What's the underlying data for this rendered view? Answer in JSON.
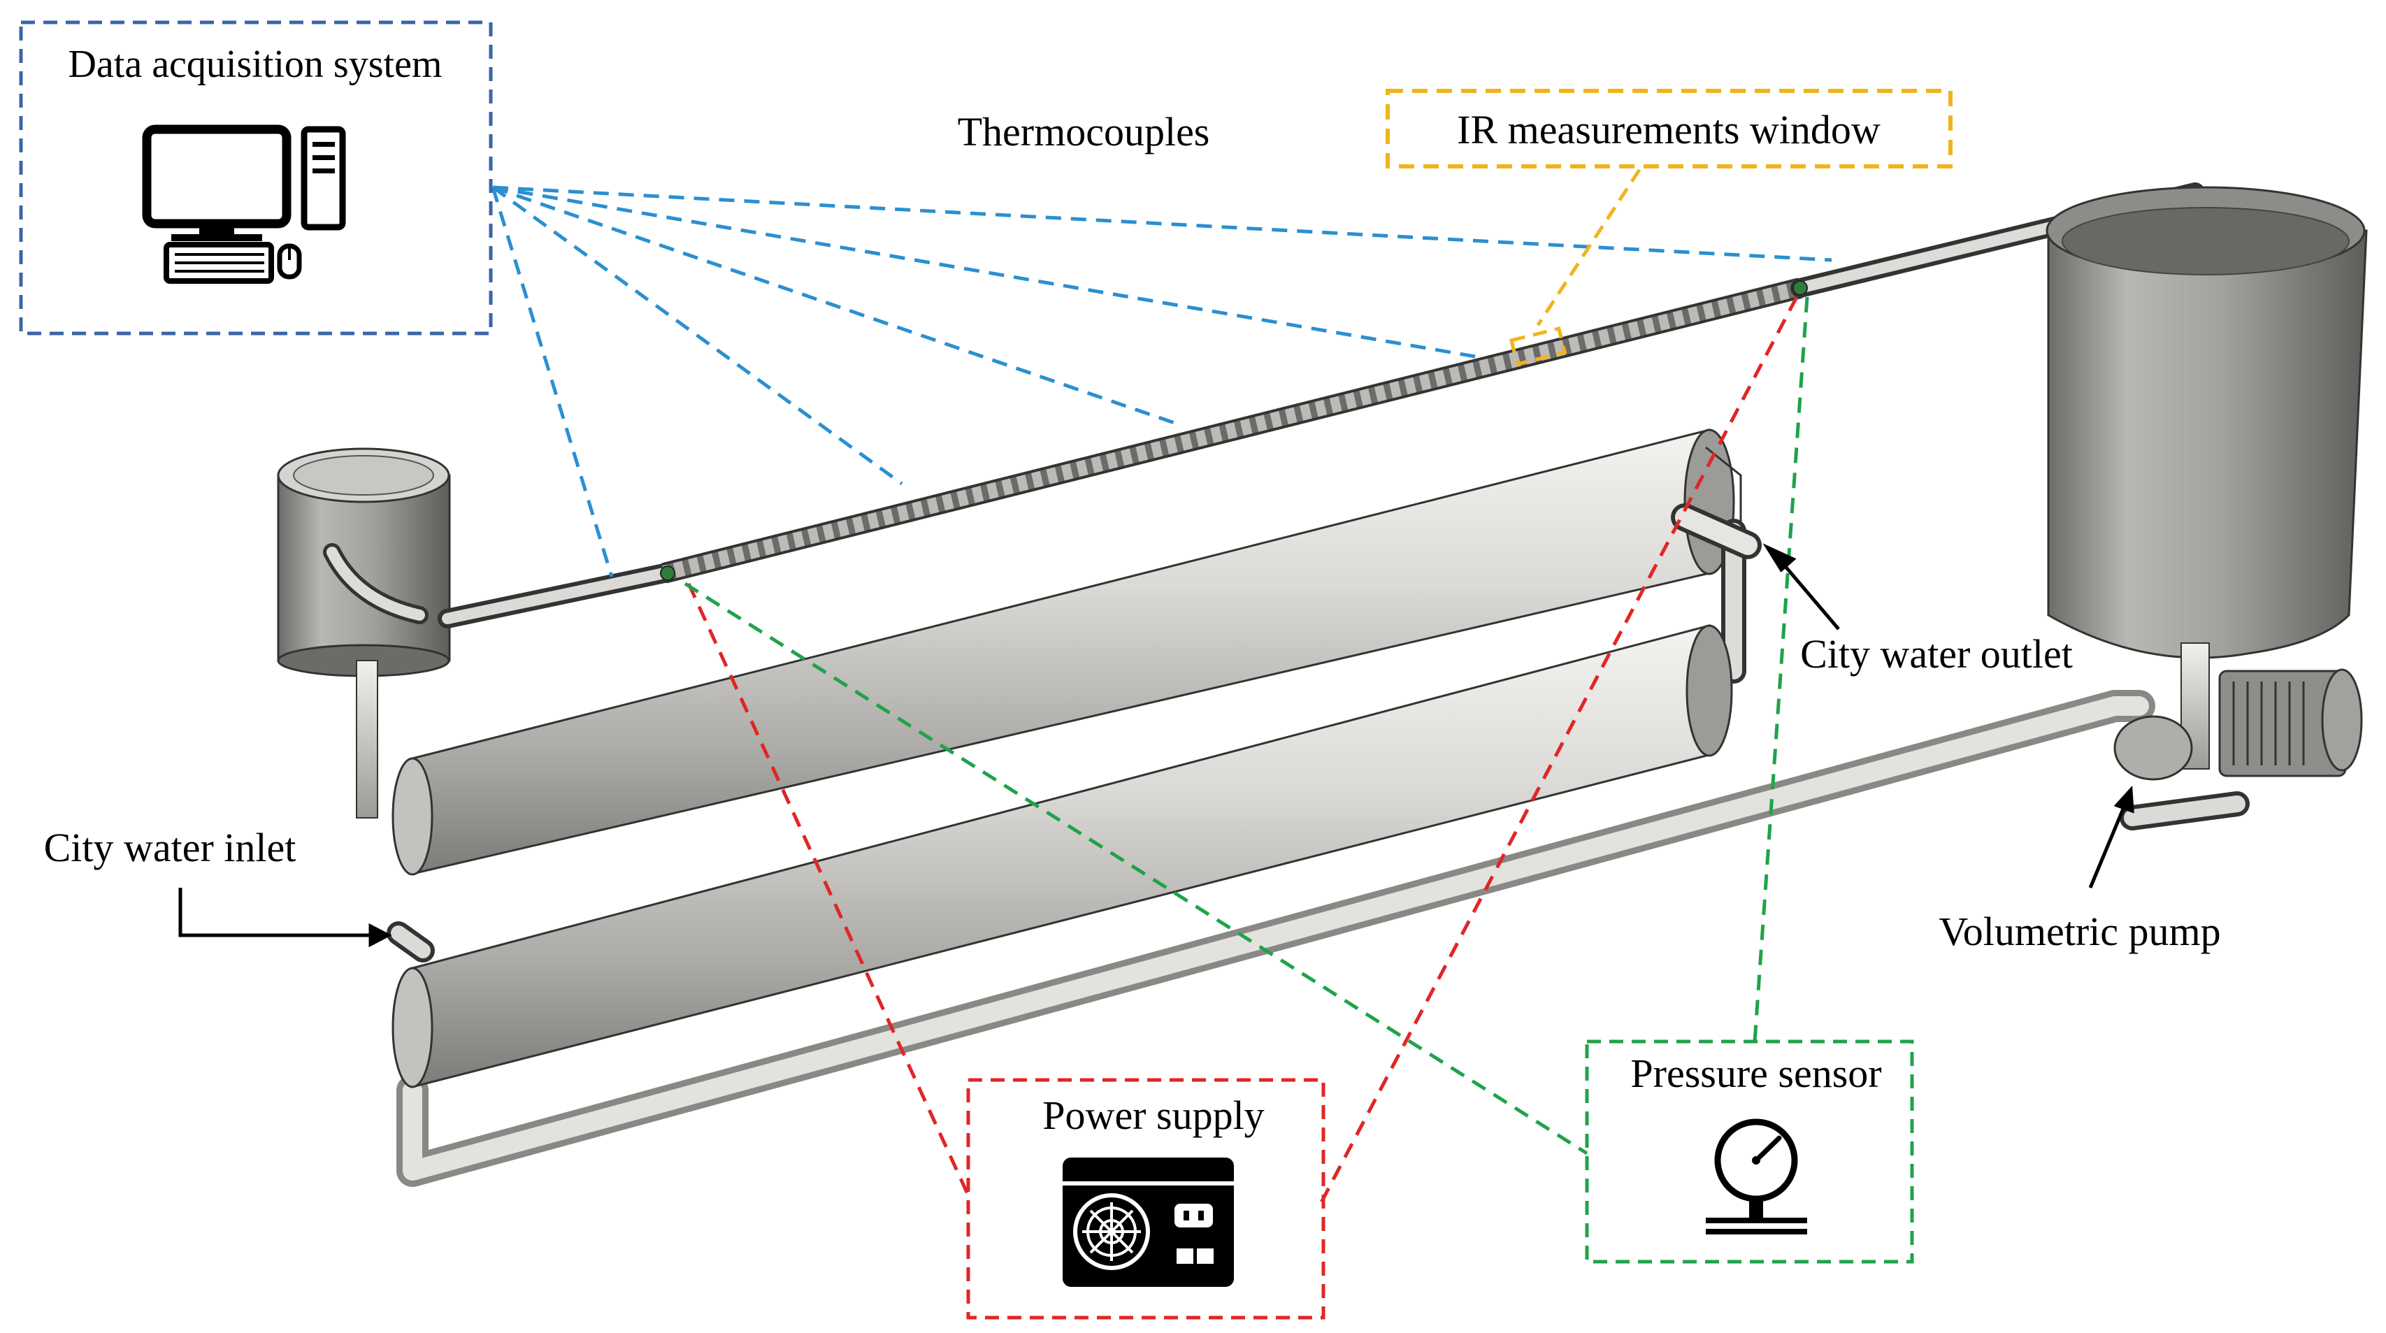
{
  "labels": {
    "data_acquisition": "Data acquisition system",
    "thermocouples": "Thermocouples",
    "ir_window": "IR measurements window",
    "city_water_outlet": "City water outlet",
    "city_water_inlet": "City water inlet",
    "volumetric_pump": "Volumetric pump",
    "power_supply": "Power supply",
    "pressure_sensor": "Pressure sensor"
  },
  "colors": {
    "daq_box": "#3a66a8",
    "thermocouple_lines": "#2b8fd1",
    "ir_box": "#f0b41c",
    "power_lines": "#e02626",
    "pressure_lines": "#1fa34a",
    "steel": "#c8c6c2"
  },
  "icons": {
    "daq": "desktop-computer-icon",
    "power": "power-supply-icon",
    "pressure": "pressure-gauge-icon"
  }
}
